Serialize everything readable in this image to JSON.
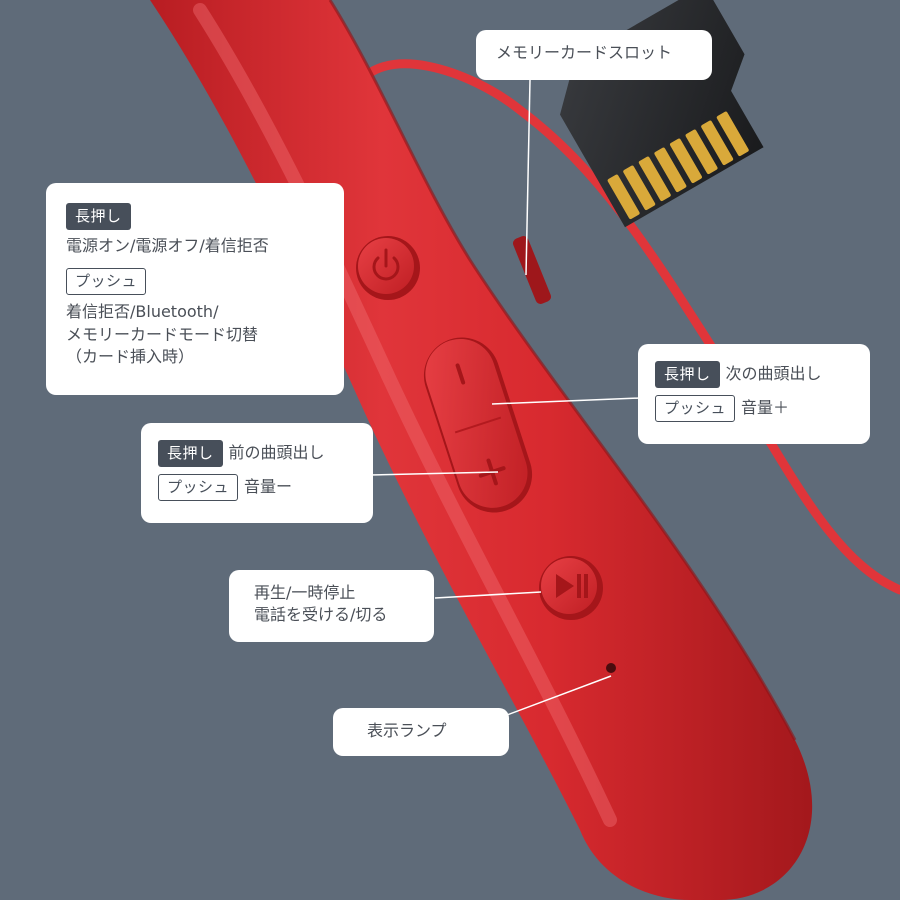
{
  "colors": {
    "background": "#5f6b79",
    "device_red": "#d8262b",
    "callout_bg": "#ffffff",
    "tag_dark": "#474f5a",
    "text": "#4a4f57"
  },
  "memory_card_slot": {
    "label": "メモリーカードスロット"
  },
  "power_button": {
    "long_press_tag": "長押し",
    "long_press_action": "電源オン/電源オフ/着信拒否",
    "push_tag": "プッシュ",
    "push_action_line1": "着信拒否/Bluetooth/",
    "push_action_line2": "メモリーカードモード切替",
    "push_action_line3": "（カード挿入時）"
  },
  "volume_up": {
    "long_press_tag": "長押し",
    "long_press_action": "次の曲頭出し",
    "push_tag": "プッシュ",
    "push_action": "音量＋"
  },
  "volume_down": {
    "long_press_tag": "長押し",
    "long_press_action": "前の曲頭出し",
    "push_tag": "プッシュ",
    "push_action": "音量ー"
  },
  "play_button": {
    "line1": "再生/一時停止",
    "line2": "電話を受ける/切る"
  },
  "indicator_lamp": {
    "label": "表示ランプ"
  },
  "icons": {
    "power": "power-icon",
    "minus": "minus-icon",
    "plus": "plus-icon",
    "play_pause": "play-pause-icon",
    "memory_card": "memory-card-icon",
    "led": "led-icon"
  }
}
